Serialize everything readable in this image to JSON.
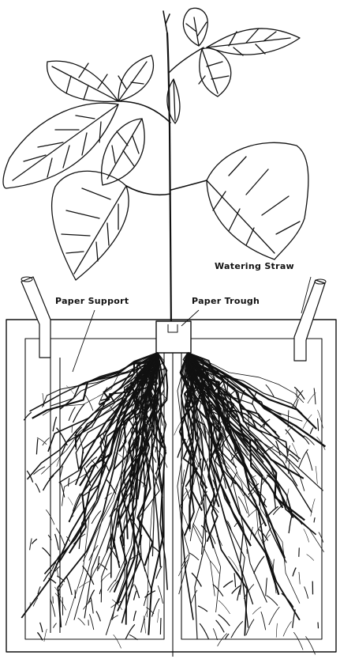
{
  "diagram": {
    "labels": {
      "watering_straw": "Watering Straw",
      "paper_support": "Paper Support",
      "paper_trough": "Paper Trough"
    }
  },
  "colors": {
    "ink": "#111111",
    "paper": "#ffffff"
  }
}
